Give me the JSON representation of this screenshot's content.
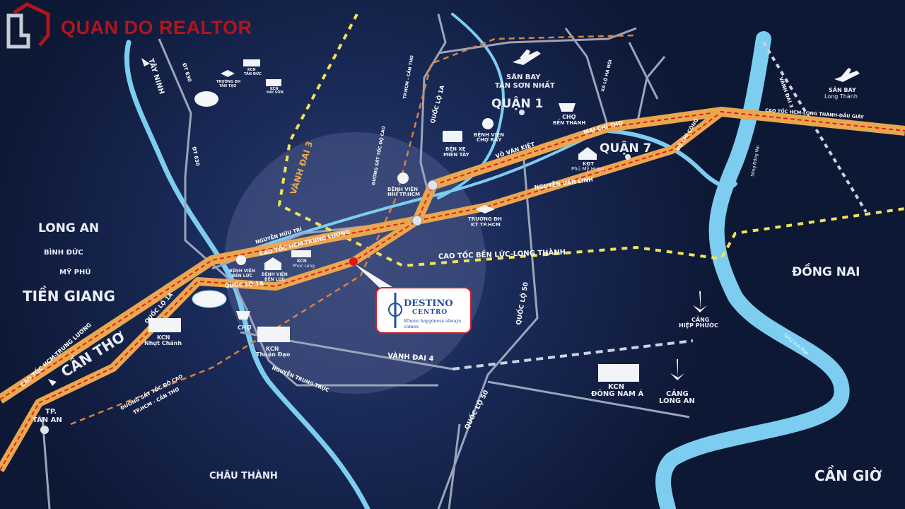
{
  "brand": {
    "name": "QUAN DO REALTOR",
    "color": "#b3141c"
  },
  "project": {
    "name": "DESTINO",
    "sub": "CENTRO",
    "tagline": "Where happiness always comes",
    "marker_color": "#e3141b"
  },
  "regions": {
    "long_an": "LONG AN",
    "binh_duc": "BÌNH ĐỨC",
    "my_phu": "MỸ PHÚ",
    "tien_giang": "TIỀN GIANG",
    "can_tho": "CẦN THƠ",
    "tay_ninh": "TÂY NINH",
    "dong_nai": "ĐỒNG NAI",
    "can_gio": "CẦN GIỜ",
    "chau_thanh": "CHÂU THÀNH",
    "quan1": "QUẬN 1",
    "quan7": "QUẬN 7",
    "tp_tan_an_1": "TP.",
    "tp_tan_an_2": "TÂN AN"
  },
  "roads": {
    "hcm_trung_luong": "CAO TỐC HCM-TRUNG LƯƠNG",
    "hcm_trung_luong_2": "CAO TỐC HCM-TRUNG LƯƠNG",
    "quoc_lo_1a": "QUỐC LỘ 1A",
    "quoc_lo_1a_2": "QUỐC LỘ 1A",
    "quoc_lo_1a_3": "QUỐC LỘ 1A",
    "nguyen_huu_tri": "NGUYỄN HỮU TRÍ",
    "vanh_dai_3": "VÀNH ĐAI 3",
    "vanh_dai_3_east": "VÀNH ĐAI 3",
    "vanh_dai_4": "VÀNH ĐAI 4",
    "ben_luc_long_thanh": "CAO TỐC BẾN LỨC-LONG THÀNH",
    "quoc_lo_50": "QUỐC LỘ 50",
    "quoc_lo_50_2": "QUỐC LỘ 50",
    "vo_van_kiet": "VÕ VĂN KIỆT",
    "nguyen_van_linh": "NGUYỄN VĂN LINH",
    "mai_chi_tho": "MAI CHÍ THỌ",
    "vo_chi_cong": "VÕ CHÍ CÔNG",
    "xa_lo_ha_noi": "XA LỘ HÀ NỘI",
    "long_thanh_dau_giay": "CAO TỐC HCM-LONG THÀNH-DẦU GIÂY",
    "dt830": "ĐT 830",
    "dt830_2": "ĐT 830",
    "nguyen_trung_truc": "NGUYỄN TRUNG TRỰC",
    "railway_1": "ĐƯỜNG SẮT TỐC ĐỘ CAO",
    "railway_2": "TP.HCM - CẦN THƠ",
    "song_dong_nai": "Sông Đồng Nai",
    "song_soai_rap": "Sông Soài Rạp"
  },
  "pois": {
    "sb_tsn_1": "SÂN BAY",
    "sb_tsn_2": "TÂN SƠN NHẤT",
    "sb_lt_1": "SÂN BAY",
    "sb_lt_2": "Long Thành",
    "cho_bt_1": "CHỢ",
    "cho_bt_2": "BẾN THÀNH",
    "bv_cr_1": "BỆNH VIỆN",
    "bv_cr_2": "CHỢ RẪY",
    "bx_mt_1": "BẾN XE",
    "bx_mt_2": "MIỀN TÂY",
    "kdt_pmh_1": "KĐT",
    "kdt_pmh_2": "Phú Mỹ Hưng",
    "bv_nhi_1": "BỆNH VIỆN",
    "bv_nhi_2": "NHI TP.HCM",
    "dh_kt_1": "TRƯỜNG ĐH",
    "dh_kt_2": "KT TP.HCM",
    "dh_tt_1": "TRƯỜNG ĐH",
    "dh_tt_2": "TÂN TẠO",
    "kcn_td_1": "KCN",
    "kcn_td_2": "TÂN ĐỨC",
    "kcn_hs_1": "KCN",
    "kcn_hs_2": "HẢI SƠN",
    "bv_bl_1": "BỆNH VIỆN",
    "bv_bl_2": "BẾN LỨC",
    "bv_bl2_1": "BỆNH VIỆN",
    "bv_bl2_2": "BẾN LỨC",
    "kcn_pl_1": "KCN",
    "kcn_pl_2": "Phúc Long",
    "kcn_nc_1": "KCN",
    "kcn_nc_2": "Nhựt Chánh",
    "cho": "CHỢ",
    "kcn_thd_1": "KCN",
    "kcn_thd_2": "Thuận Đạo",
    "kcn_dna_1": "KCN",
    "kcn_dna_2": "ĐÔNG NAM Á",
    "cang_hp_1": "CẢNG",
    "cang_hp_2": "HIỆP PHƯỚC",
    "cang_la_1": "CẢNG",
    "cang_la_2": "LONG AN"
  },
  "colors": {
    "background": "#0d1835",
    "highway": "#e9a74f",
    "highway_dash": "#e0201d",
    "river": "#7ccdf0",
    "road": "#9aa4bb",
    "ring3": "#f2e25a"
  }
}
